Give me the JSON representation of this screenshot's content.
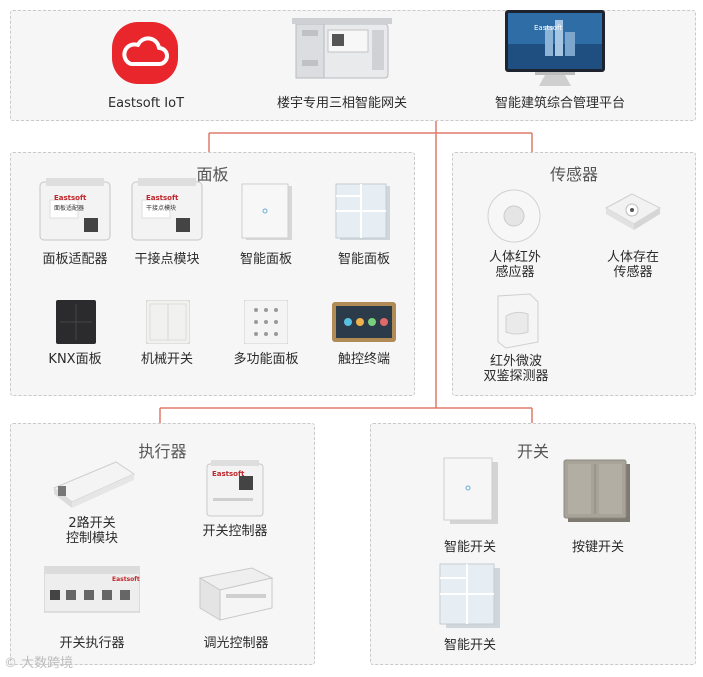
{
  "top": {
    "iot": {
      "label": "Eastsoft IoT",
      "color": "#e8262b"
    },
    "gateway": {
      "label": "楼宇专用三相智能网关"
    },
    "platform": {
      "label": "智能建筑综合管理平台",
      "screen_brand": "Eastsoft"
    }
  },
  "panel": {
    "title": "面板",
    "items": [
      {
        "label": "面板适配器",
        "brand": "Eastsoft",
        "model": "面板适配器"
      },
      {
        "label": "干接点模块",
        "brand": "Eastsoft",
        "model": "干接点模块"
      },
      {
        "label": "智能面板"
      },
      {
        "label": "智能面板"
      },
      {
        "label": "KNX面板"
      },
      {
        "label": "机械开关"
      },
      {
        "label": "多功能面板"
      },
      {
        "label": "触控终端"
      }
    ]
  },
  "sensor": {
    "title": "传感器",
    "items": [
      {
        "label_l1": "人体红外",
        "label_l2": "感应器"
      },
      {
        "label_l1": "人体存在",
        "label_l2": "传感器"
      },
      {
        "label_l1": "红外微波",
        "label_l2": "双鉴探测器"
      }
    ]
  },
  "actuator": {
    "title": "执行器",
    "items": [
      {
        "label_l1": "2路开关",
        "label_l2": "控制模块"
      },
      {
        "label": "开关控制器",
        "brand": "Eastsoft"
      },
      {
        "label": "开关执行器",
        "brand": "Eastsoft"
      },
      {
        "label": "调光控制器"
      }
    ]
  },
  "switch": {
    "title": "开关",
    "items": [
      {
        "label": "智能开关"
      },
      {
        "label": "按键开关"
      },
      {
        "label": "智能开关"
      }
    ]
  },
  "watermark": "大数跨境",
  "colors": {
    "connector": "#e07a6a",
    "dashed": "#3aa7d8",
    "link": "#1a9ad6"
  }
}
